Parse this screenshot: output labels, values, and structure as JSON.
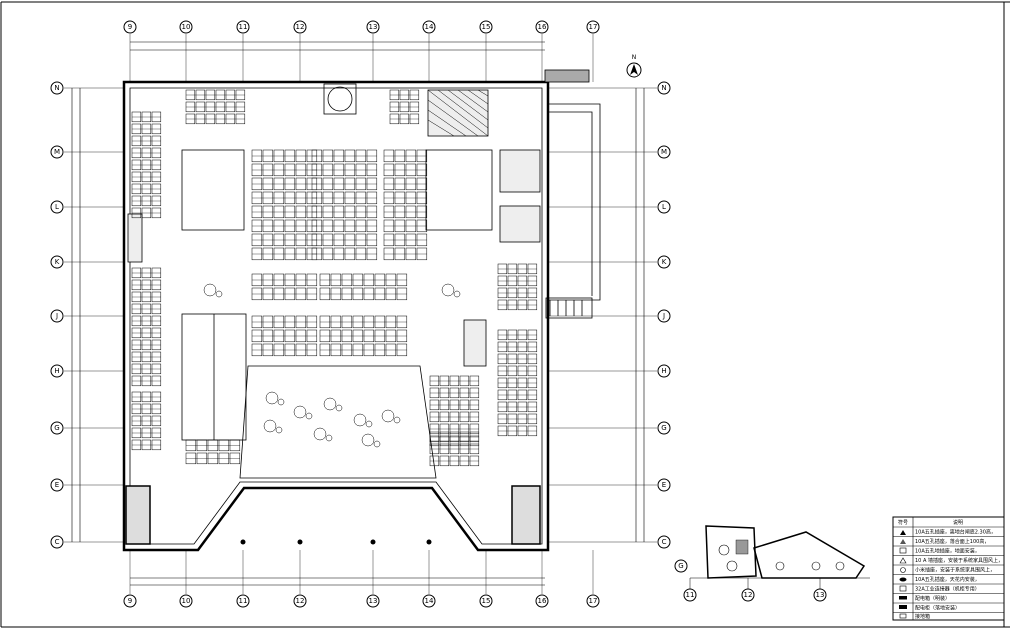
{
  "grid": {
    "columns": [
      "9",
      "10",
      "11",
      "12",
      "13",
      "14",
      "15",
      "16",
      "17"
    ],
    "rows": [
      "N",
      "M",
      "L",
      "K",
      "J",
      "H",
      "G",
      "E",
      "C"
    ]
  },
  "north_label": "N",
  "legend": {
    "header": [
      "符号",
      "说明"
    ],
    "items": [
      "10A五孔插座，离地台闸底2.30高，",
      "10A五孔插座，落合面上100高，",
      "10A五孔地插座，地面安装，",
      "10 A 墙插座，安装于系统家具围风上，",
      "小米插座，安装于系统家具围风上，",
      "10A五孔插座，天花内安装，",
      "32A工业连接器（机柜专用）",
      "配电箱（明装）",
      "配电柜（落地安装）",
      "接地箱"
    ]
  },
  "inset": {
    "row_label": "G",
    "columns": [
      "11",
      "12",
      "13"
    ]
  }
}
